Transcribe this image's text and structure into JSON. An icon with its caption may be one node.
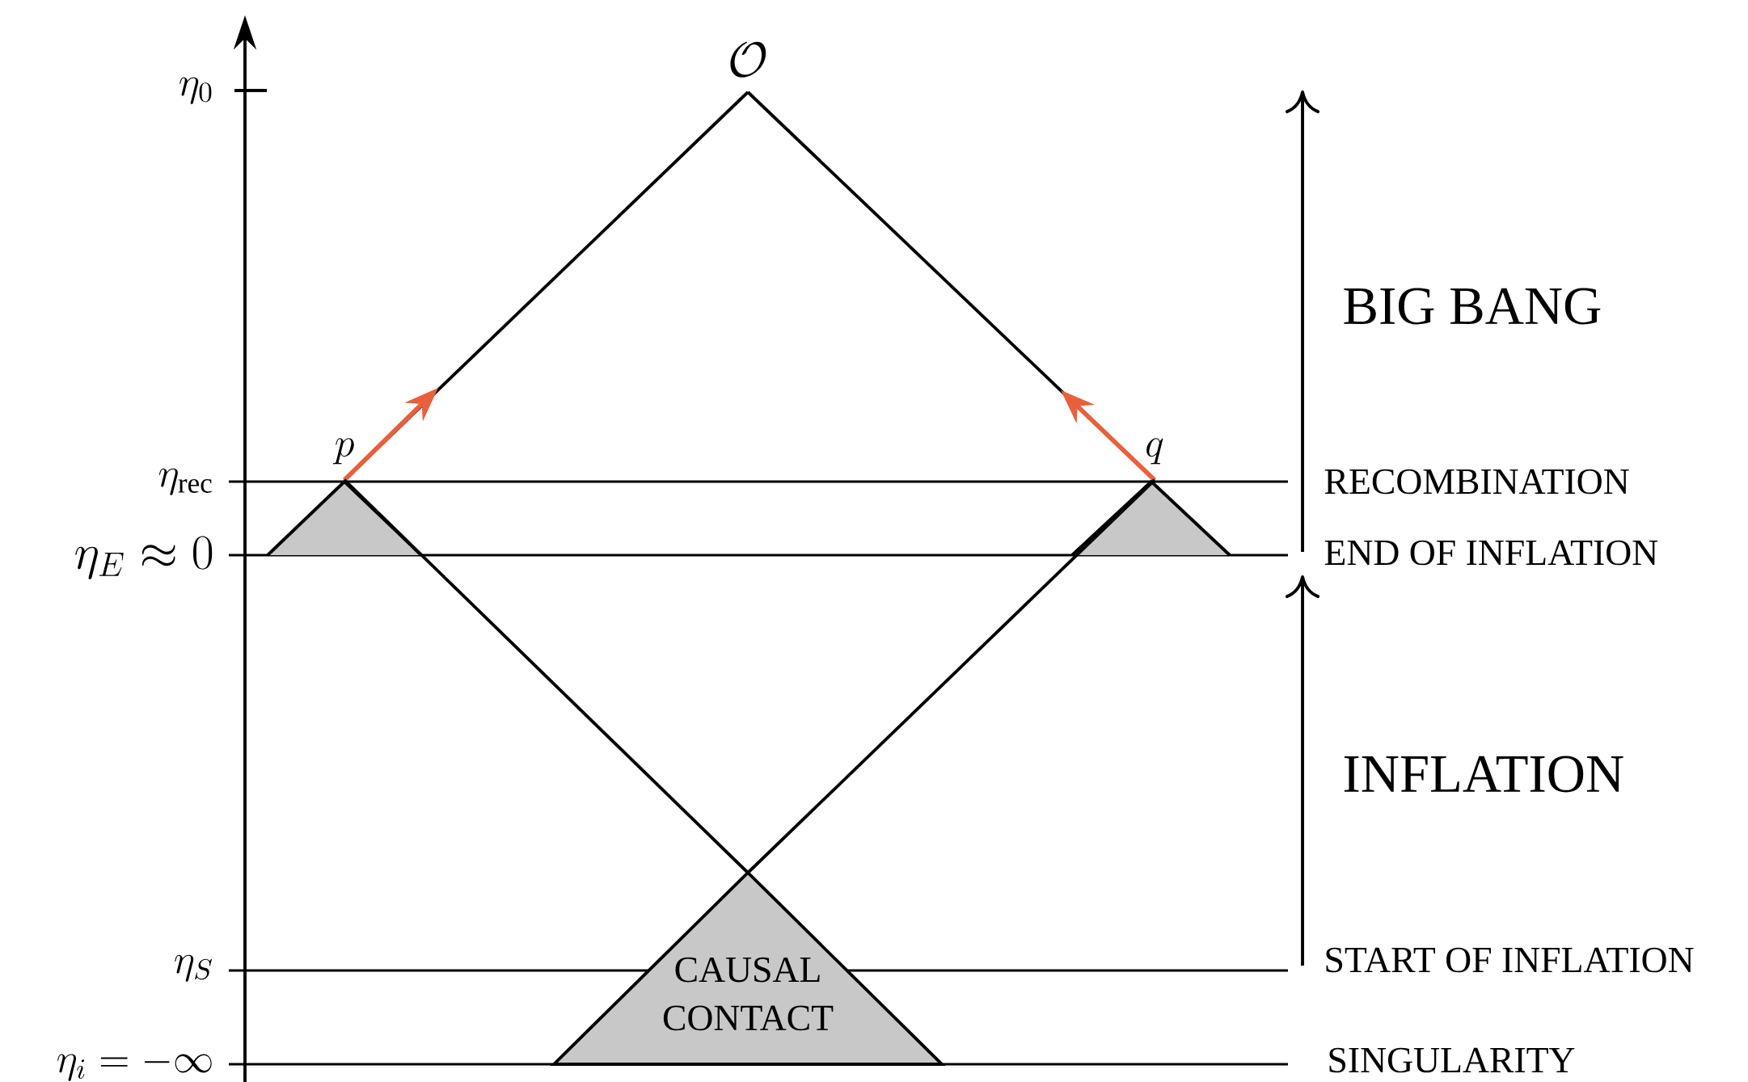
{
  "diagram": {
    "nodes": [
      {
        "text": [
          "\\mathcal{O}"
        ]
      },
      {
        "text": [
          "p"
        ]
      },
      {
        "text": [
          "q"
        ]
      },
      {
        "text": [
          "CAUSAL CONTACT"
        ]
      }
    ],
    "edges": [
      {
        "from": 1,
        "to": 0,
        "arrow": "none"
      },
      {
        "from": 2,
        "to": 0,
        "arrow": "none"
      },
      {
        "from": 1,
        "to": null,
        "arrow": "to",
        "color": "#e8603c"
      },
      {
        "from": 2,
        "to": null,
        "arrow": "to",
        "color": "#e8603c"
      },
      {
        "from": 1,
        "to": 3,
        "arrow": "none"
      },
      {
        "from": 2,
        "to": 3,
        "arrow": "none"
      }
    ],
    "labels": [
      "\\eta_0",
      "BIG BANG",
      "\\eta_{\\mathrm{rec}}",
      "RECOMBINATION",
      "\\eta_E \\approx 0",
      "END OF INFLATION",
      "INFLATION",
      "\\eta_S",
      "START OF INFLATION",
      "\\eta_i = -\\infty",
      "SINGULARITY"
    ]
  }
}
